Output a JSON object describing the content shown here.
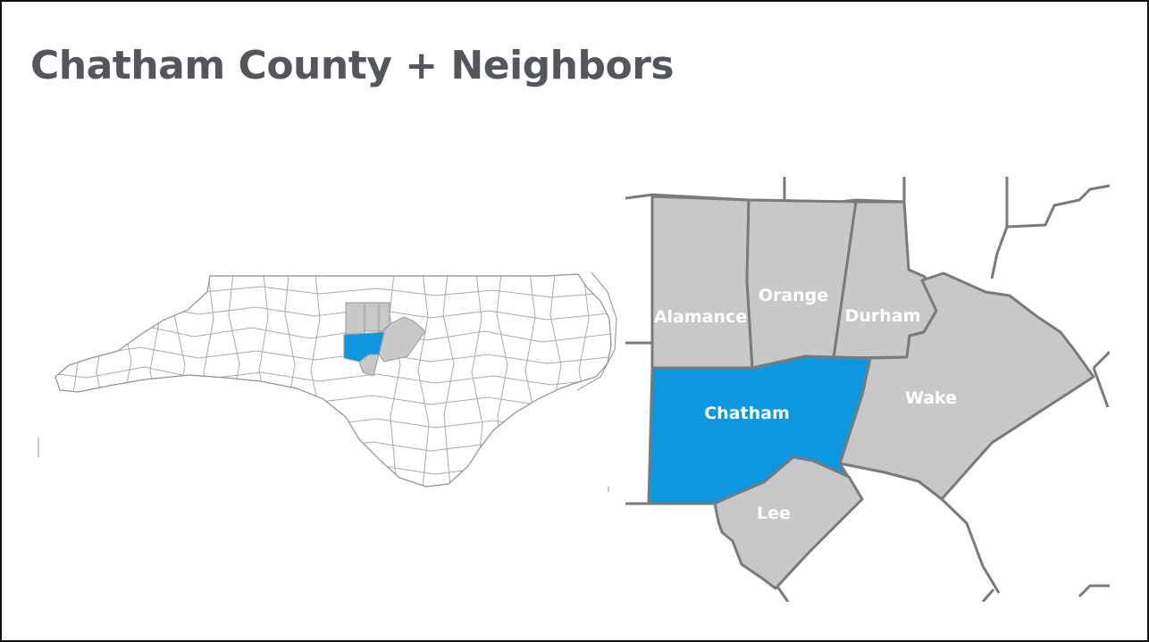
{
  "slide": {
    "title": "Chatham County + Neighbors"
  },
  "colors": {
    "title_text": "#53565a",
    "highlight_county": "#0b98de",
    "neighbor_county": "#c8c8c8",
    "detail_border": "#7a7a7a",
    "state_border": "#aaaaaa",
    "label_text": "#ffffff"
  },
  "detail_map": {
    "counties": [
      {
        "name": "Alamance",
        "role": "neighbor"
      },
      {
        "name": "Orange",
        "role": "neighbor"
      },
      {
        "name": "Durham",
        "role": "neighbor"
      },
      {
        "name": "Chatham",
        "role": "highlight"
      },
      {
        "name": "Wake",
        "role": "neighbor"
      },
      {
        "name": "Lee",
        "role": "neighbor"
      }
    ]
  }
}
